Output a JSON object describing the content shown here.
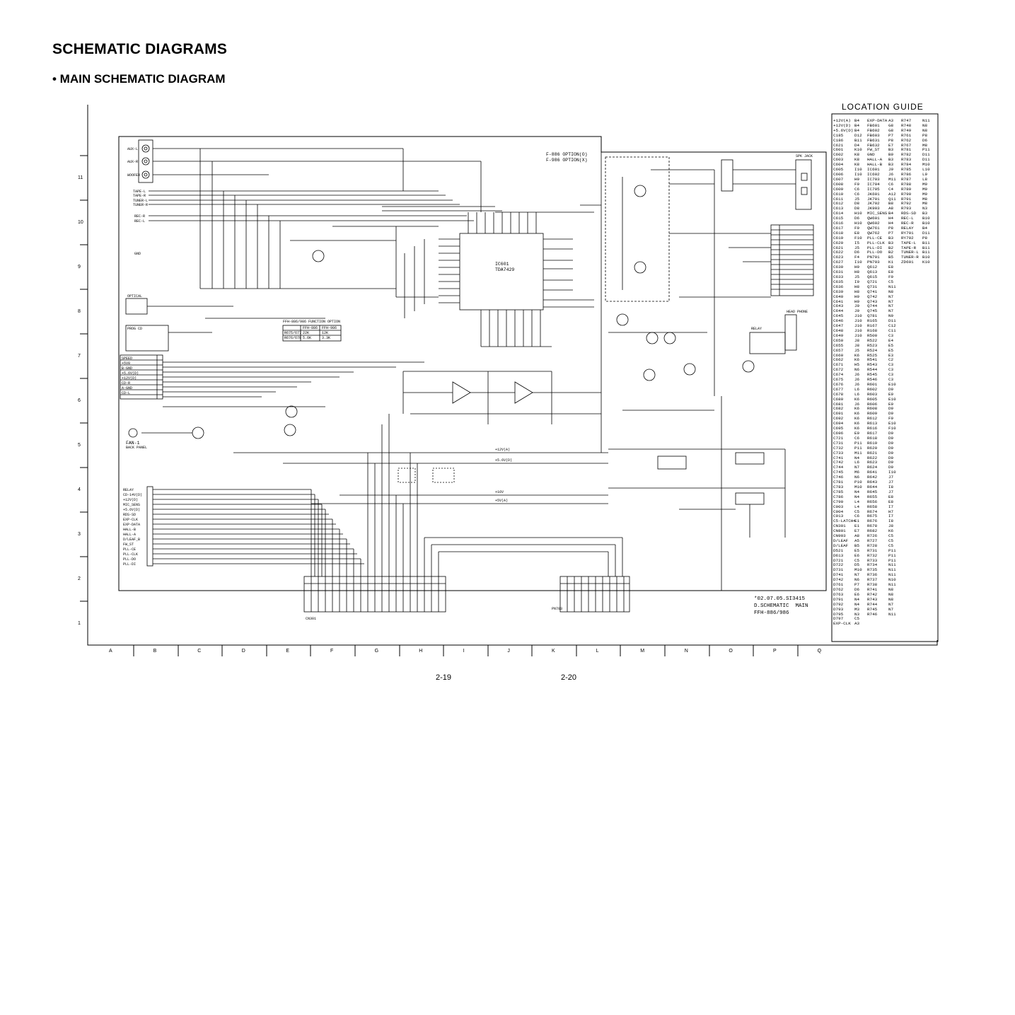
{
  "header": {
    "title": "SCHEMATIC DIAGRAMS",
    "subtitle": "• MAIN SCHEMATIC DIAGRAM"
  },
  "location_guide": {
    "title": "LOCATION  GUIDE",
    "columns": [
      [
        [
          "+12V(A)",
          "B4"
        ],
        [
          "+12V(D)",
          "B4"
        ],
        [
          "+5.6V(D)",
          "B4"
        ],
        [
          "C185",
          "D12"
        ],
        [
          "C186",
          "B11"
        ],
        [
          "C621",
          "D4"
        ],
        [
          "C601",
          "K10"
        ],
        [
          "C602",
          "K8"
        ],
        [
          "C603",
          "K8"
        ],
        [
          "C604",
          "K8"
        ],
        [
          "C605",
          "I10"
        ],
        [
          "C606",
          "I10"
        ],
        [
          "C607",
          "H9"
        ],
        [
          "C608",
          "F9"
        ],
        [
          "C609",
          "C6"
        ],
        [
          "C610",
          "C6"
        ],
        [
          "C611",
          "J5"
        ],
        [
          "C612",
          "D8"
        ],
        [
          "C613",
          "D8"
        ],
        [
          "C614",
          "H10"
        ],
        [
          "C615",
          "D6"
        ],
        [
          "C616",
          "H10"
        ],
        [
          "C617",
          "F9"
        ],
        [
          "C618",
          "E8"
        ],
        [
          "C619",
          "F10"
        ],
        [
          "C620",
          "I5"
        ],
        [
          "C621",
          "J5"
        ],
        [
          "C622",
          "D6"
        ],
        [
          "C623",
          "F4"
        ],
        [
          "C627",
          "I10"
        ],
        [
          "C630",
          "H9"
        ],
        [
          "C631",
          "H8"
        ],
        [
          "C633",
          "J5"
        ],
        [
          "C635",
          "I9"
        ],
        [
          "C636",
          "H8"
        ],
        [
          "C639",
          "H8"
        ],
        [
          "C640",
          "H9"
        ],
        [
          "C641",
          "H9"
        ],
        [
          "C643",
          "J9"
        ],
        [
          "C644",
          "J9"
        ],
        [
          "C645",
          "J10"
        ],
        [
          "C646",
          "J10"
        ],
        [
          "C647",
          "J10"
        ],
        [
          "C648",
          "J10"
        ],
        [
          "C649",
          "J10"
        ],
        [
          "C650",
          "J8"
        ],
        [
          "C655",
          "J8"
        ],
        [
          "C657",
          "J5"
        ],
        [
          "C660",
          "K6"
        ],
        [
          "C662",
          "K6"
        ],
        [
          "C671",
          "H5"
        ],
        [
          "C672",
          "N6"
        ],
        [
          "C674",
          "J6"
        ],
        [
          "C675",
          "J6"
        ],
        [
          "C676",
          "J6"
        ],
        [
          "C677",
          "L6"
        ],
        [
          "C678",
          "L6"
        ],
        [
          "C680",
          "K6"
        ],
        [
          "C681",
          "J6"
        ],
        [
          "C682",
          "K6"
        ],
        [
          "C691",
          "K6"
        ],
        [
          "C692",
          "K6"
        ],
        [
          "C694",
          "K6"
        ],
        [
          "C695",
          "K6"
        ],
        [
          "C696",
          "E9"
        ],
        [
          "C721",
          "C6"
        ],
        [
          "C731",
          "P11"
        ],
        [
          "C732",
          "P11"
        ],
        [
          "C733",
          "M11"
        ],
        [
          "C741",
          "N4"
        ],
        [
          "C742",
          "L6"
        ],
        [
          "C744",
          "N7"
        ],
        [
          "C745",
          "M6"
        ],
        [
          "C746",
          "N6"
        ],
        [
          "C781",
          "P10"
        ],
        [
          "C783",
          "M10"
        ],
        [
          "C785",
          "N4"
        ],
        [
          "C786",
          "N4"
        ],
        [
          "C790",
          "L4"
        ],
        [
          "C903",
          "L4"
        ],
        [
          "C904",
          "C5"
        ],
        [
          "C913",
          "C6"
        ],
        [
          "C5-LATCH4",
          "E1"
        ],
        [
          "CN301",
          "E1"
        ],
        [
          "CN801",
          "E7"
        ],
        [
          "CN903",
          "A8"
        ],
        [
          "D/LEAF",
          "A5"
        ],
        [
          "D/LEAF",
          "B5"
        ],
        [
          "D521",
          "E5"
        ],
        [
          "D613",
          "E6"
        ],
        [
          "D721",
          "C5"
        ],
        [
          "D722",
          "D5"
        ],
        [
          "D731",
          "M10"
        ],
        [
          "D741",
          "N7"
        ],
        [
          "D742",
          "N6"
        ],
        [
          "D761",
          "P7"
        ],
        [
          "D762",
          "D6"
        ],
        [
          "D763",
          "E6"
        ],
        [
          "D791",
          "N4"
        ],
        [
          "D792",
          "N4"
        ],
        [
          "D793",
          "M3"
        ],
        [
          "D795",
          "N3"
        ],
        [
          "D797",
          "C5"
        ],
        [
          "EXP-CLK",
          "A3"
        ]
      ],
      [
        [
          "EXP-DATA",
          "A3"
        ],
        [
          "FB601",
          "G8"
        ],
        [
          "FB602",
          "G8"
        ],
        [
          "FB603",
          "P7"
        ],
        [
          "FB631",
          "P8"
        ],
        [
          "FB632",
          "E7"
        ],
        [
          "FW_ST",
          "B3"
        ],
        [
          "GND",
          "B9"
        ],
        [
          "HALL-A",
          "B3"
        ],
        [
          "HALL-B",
          "B3"
        ],
        [
          "IC601",
          "J9"
        ],
        [
          "IC602",
          "J6"
        ],
        [
          "IC703",
          "M11"
        ],
        [
          "IC704",
          "C6"
        ],
        [
          "IC705",
          "C4"
        ],
        [
          "JK601",
          "A12"
        ],
        [
          "JK701",
          "Q11"
        ],
        [
          "JK702",
          "B8"
        ],
        [
          "JK903",
          "A8"
        ],
        [
          "MIC_SENS",
          "B4"
        ],
        [
          "QW601",
          "H4"
        ],
        [
          "QW602",
          "H4"
        ],
        [
          "QW761",
          "P8"
        ],
        [
          "QW762",
          "P7"
        ],
        [
          "PLL-CE",
          "B3"
        ],
        [
          "PLL-CLK",
          "B3"
        ],
        [
          "PLL-DI",
          "B2"
        ],
        [
          "PLL-DO",
          "B2"
        ],
        [
          "PN701",
          "B5"
        ],
        [
          "PN703",
          "K1"
        ],
        [
          "Q612",
          "E8"
        ],
        [
          "Q613",
          "E8"
        ],
        [
          "Q615",
          "F9"
        ],
        [
          "Q721",
          "C5"
        ],
        [
          "Q731",
          "N11"
        ],
        [
          "Q741",
          "N8"
        ],
        [
          "Q742",
          "N7"
        ],
        [
          "Q743",
          "N7"
        ],
        [
          "Q744",
          "N7"
        ],
        [
          "Q745",
          "N7"
        ],
        [
          "Q781",
          "N9"
        ],
        [
          "R165",
          "D11"
        ],
        [
          "R167",
          "C12"
        ],
        [
          "R168",
          "C11"
        ],
        [
          "R500",
          "C3"
        ],
        [
          "R522",
          "E4"
        ],
        [
          "R523",
          "E5"
        ],
        [
          "R524",
          "E5"
        ],
        [
          "R525",
          "E3"
        ],
        [
          "R541",
          "C2"
        ],
        [
          "R543",
          "C3"
        ],
        [
          "R544",
          "C3"
        ],
        [
          "R545",
          "C3"
        ],
        [
          "R546",
          "C3"
        ],
        [
          "R601",
          "E10"
        ],
        [
          "R602",
          "D9"
        ],
        [
          "R603",
          "E9"
        ],
        [
          "R605",
          "E10"
        ],
        [
          "R606",
          "E9"
        ],
        [
          "R608",
          "D9"
        ],
        [
          "R609",
          "D9"
        ],
        [
          "R612",
          "F9"
        ],
        [
          "R613",
          "E10"
        ],
        [
          "R616",
          "F10"
        ],
        [
          "R617",
          "D9"
        ],
        [
          "R618",
          "D9"
        ],
        [
          "R619",
          "D9"
        ],
        [
          "R620",
          "D9"
        ],
        [
          "R621",
          "D9"
        ],
        [
          "R622",
          "D9"
        ],
        [
          "R623",
          "D9"
        ],
        [
          "R624",
          "D9"
        ],
        [
          "R641",
          "I10"
        ],
        [
          "R642",
          "J7"
        ],
        [
          "R643",
          "J7"
        ],
        [
          "R644",
          "I8"
        ],
        [
          "R645",
          "J7"
        ],
        [
          "R655",
          "E8"
        ],
        [
          "R656",
          "E8"
        ],
        [
          "R658",
          "I7"
        ],
        [
          "R674",
          "H7"
        ],
        [
          "R675",
          "I7"
        ],
        [
          "R676",
          "I8"
        ],
        [
          "R678",
          "J8"
        ],
        [
          "R682",
          "K6"
        ],
        [
          "R726",
          "C5"
        ],
        [
          "R727",
          "C5"
        ],
        [
          "R728",
          "C5"
        ],
        [
          "R731",
          "P11"
        ],
        [
          "R732",
          "P11"
        ],
        [
          "R733",
          "P11"
        ],
        [
          "R734",
          "N11"
        ],
        [
          "R735",
          "N11"
        ],
        [
          "R736",
          "N11"
        ],
        [
          "R737",
          "N10"
        ],
        [
          "R738",
          "N11"
        ],
        [
          "R741",
          "N8"
        ],
        [
          "R742",
          "N8"
        ],
        [
          "R743",
          "N8"
        ],
        [
          "R744",
          "N7"
        ],
        [
          "R745",
          "N7"
        ],
        [
          "R746",
          "N11"
        ]
      ],
      [
        [
          "R747",
          "N11"
        ],
        [
          "R748",
          "N8"
        ],
        [
          "R749",
          "N8"
        ],
        [
          "R761",
          "P8"
        ],
        [
          "R762",
          "D6"
        ],
        [
          "R767",
          "M8"
        ],
        [
          "R781",
          "P11"
        ],
        [
          "R782",
          "D11"
        ],
        [
          "R783",
          "D11"
        ],
        [
          "R784",
          "M10"
        ],
        [
          "R785",
          "L10"
        ],
        [
          "R786",
          "L9"
        ],
        [
          "R787",
          "L8"
        ],
        [
          "R788",
          "M9"
        ],
        [
          "R789",
          "M9"
        ],
        [
          "R790",
          "M9"
        ],
        [
          "R791",
          "M8"
        ],
        [
          "R792",
          "M8"
        ],
        [
          "R793",
          "N3"
        ],
        [
          "RDS-SD",
          "B3"
        ],
        [
          "REC-L",
          "B10"
        ],
        [
          "REC-R",
          "B10"
        ],
        [
          "RELAY",
          "B4"
        ],
        [
          "RY701",
          "D11"
        ],
        [
          "RY702",
          "P8"
        ],
        [
          "TAPE-L",
          "B11"
        ],
        [
          "TAPE-R",
          "B11"
        ],
        [
          "TUNER-L",
          "B11"
        ],
        [
          "TUNER-R",
          "B10"
        ],
        [
          "ZD601",
          "K10"
        ]
      ]
    ]
  },
  "column_grid": [
    "A",
    "B",
    "C",
    "D",
    "E",
    "F",
    "G",
    "H",
    "I",
    "J",
    "K",
    "L",
    "M",
    "N",
    "O",
    "P",
    "Q"
  ],
  "row_grid": [
    "11",
    "10",
    "9",
    "8",
    "7",
    "6",
    "5",
    "4",
    "3",
    "2",
    "1"
  ],
  "page_numbers": {
    "left": "2-19",
    "right": "2-20"
  },
  "stamp": {
    "line1": "*02.07.05.SI3415",
    "line2": "D.SCHEMATIC  MAIN",
    "line3": "FFH-886/986"
  },
  "schematic": {
    "option_note_1": "F-886 OPTION(O)",
    "option_note_2": "F-986 OPTION(X)",
    "main_ic_ref": "IC601",
    "main_ic_part": "TDA7429",
    "function_option_title": "FFH-886/986 FUNCTION OPTION",
    "function_option_rows": [
      [
        "",
        "FFH-886",
        "FFH-986"
      ],
      [
        "R675/677",
        "22K",
        "12K"
      ],
      [
        "R676/678",
        "5.6K",
        "3.3K"
      ]
    ],
    "input_labels": [
      "AUX-L",
      "AUX-R",
      "WOOFER"
    ],
    "tape_labels": [
      "TAPE-L",
      "TAPE-R",
      "TUNER-L",
      "TUNER-R"
    ],
    "rec_labels": [
      "REC-R",
      "REC-L"
    ],
    "gnd_label": "GND",
    "optical_label": "OPTICAL",
    "prog_label": "PROG CD",
    "cd_connector_rows": [
      "SPEED",
      "+5V8",
      "B-GND",
      "+5.6V(D)",
      "+12V(D)",
      "CD-R",
      "A-GND",
      "CD-L"
    ],
    "fan_label": "FAN-1",
    "fan_sub": "BACK PANEL",
    "left_signal_rows": [
      "RELAY",
      "CD-14V(D)",
      "+12V(D)",
      "MIC_SENS",
      "+5.6V(D)",
      "RDS-SD",
      "EXP-CLK",
      "EXP-DATA",
      "HALL-B",
      "HALL-A",
      "D/LEAF_B",
      "FW_ST",
      "PLL-CE",
      "PLL-CLK",
      "PLL-DO",
      "PLL-DI"
    ],
    "bottom_connector_left": "CN301",
    "bottom_connector_right": "PN703",
    "phone_label": "HEAD PHONE",
    "speaker_label": "SPK JACK",
    "relay_label": "RELAY",
    "rail_labels": [
      "+12V(A)",
      "+5.6V(D)",
      "+16V",
      "+5V(A)"
    ]
  }
}
